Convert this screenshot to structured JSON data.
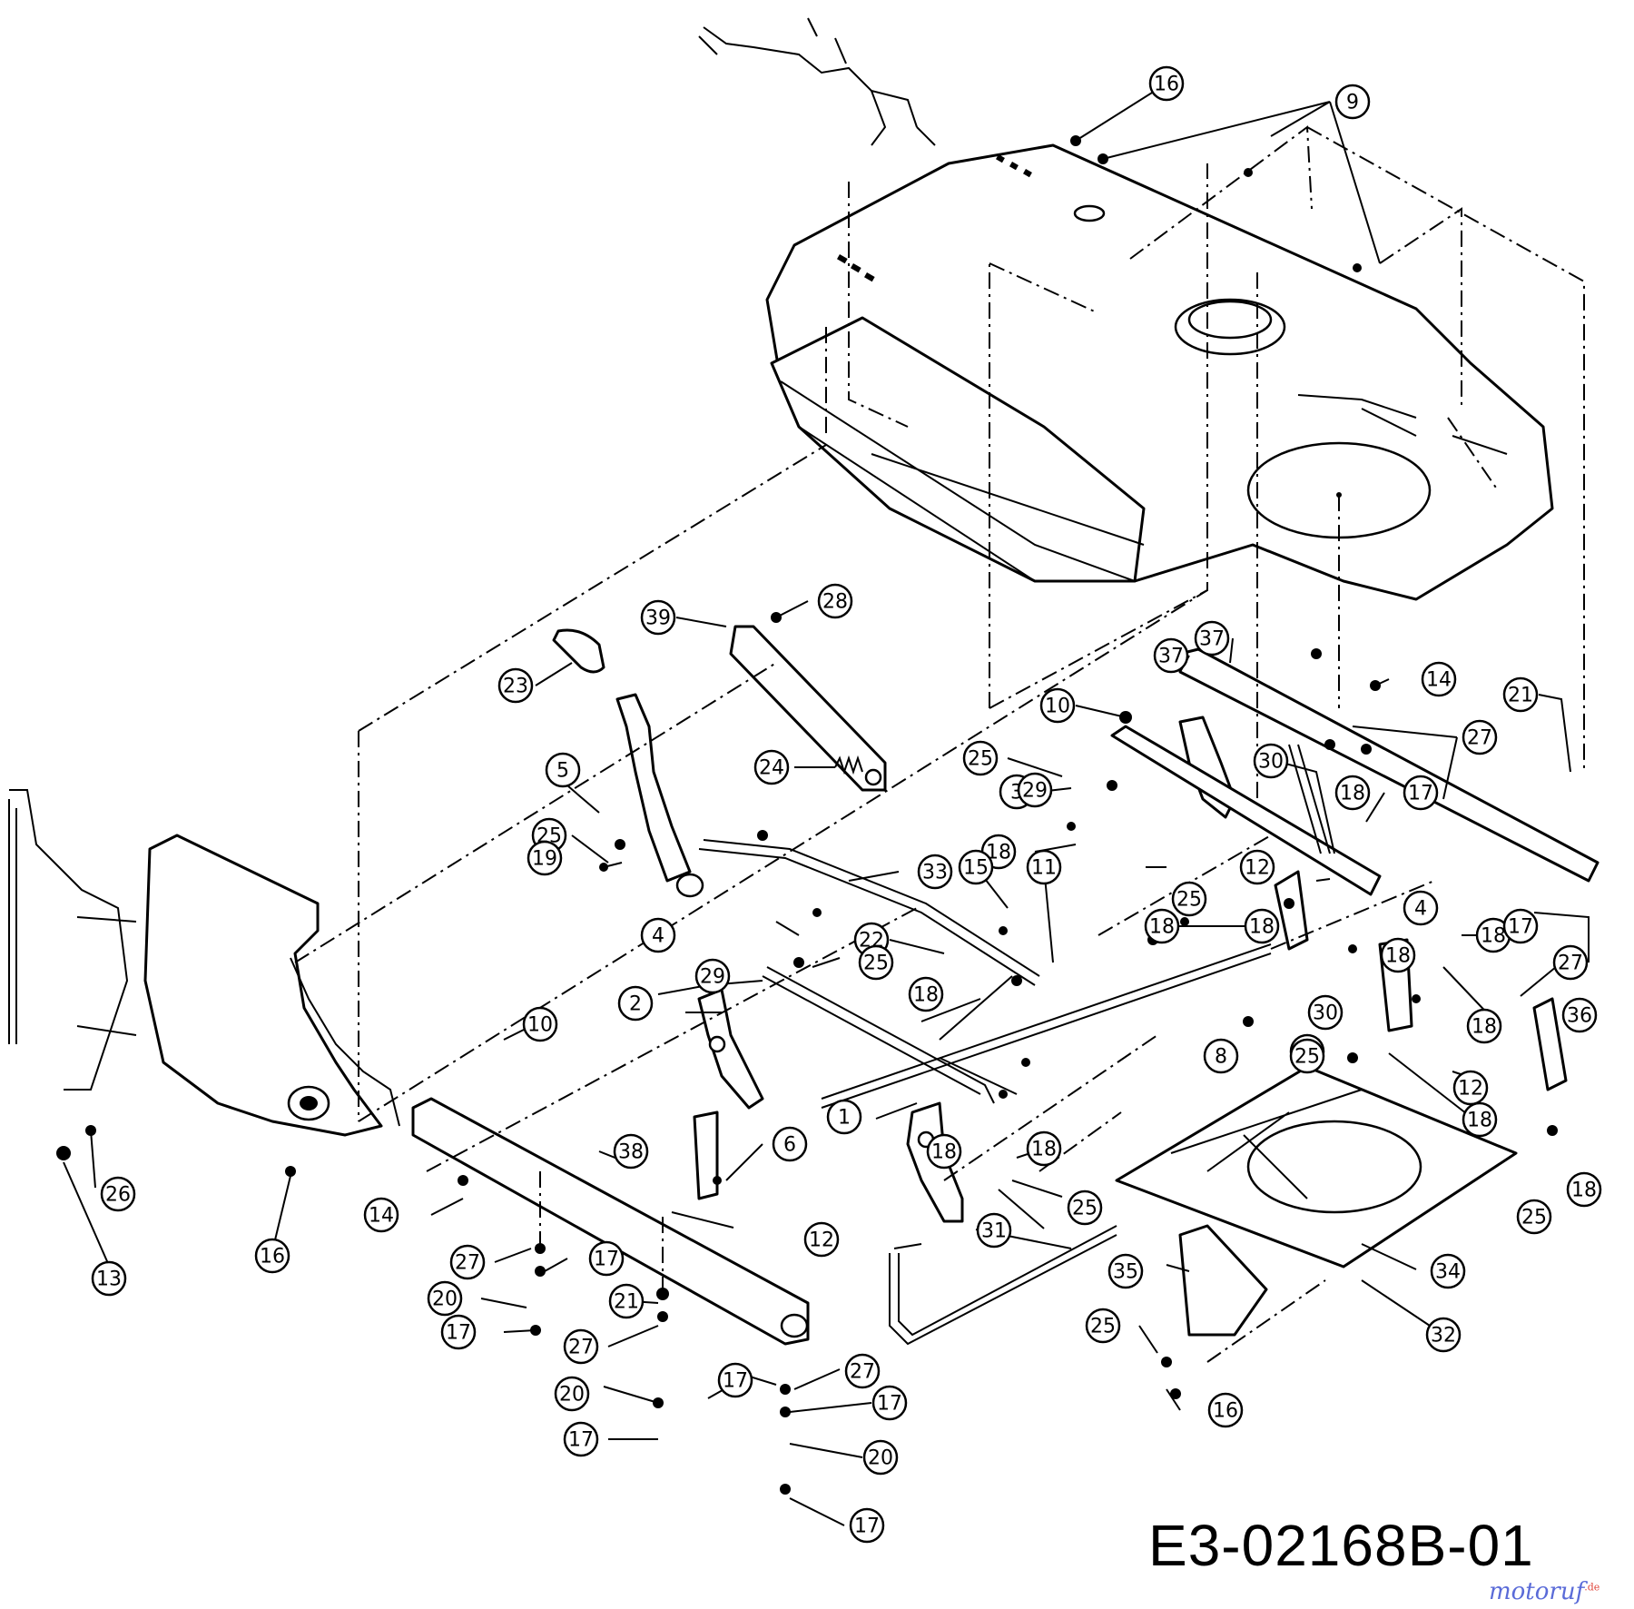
{
  "diagram": {
    "drawing_code": "E3-02168B-01",
    "watermark": {
      "brand": "motoruf",
      "tld": ".de"
    },
    "callouts": [
      {
        "label": "16"
      },
      {
        "label": "9"
      },
      {
        "label": "28"
      },
      {
        "label": "39"
      },
      {
        "label": "23"
      },
      {
        "label": "37"
      },
      {
        "label": "37"
      },
      {
        "label": "14"
      },
      {
        "label": "10"
      },
      {
        "label": "21"
      },
      {
        "label": "27"
      },
      {
        "label": "25"
      },
      {
        "label": "3"
      },
      {
        "label": "30"
      },
      {
        "label": "18"
      },
      {
        "label": "17"
      },
      {
        "label": "18"
      },
      {
        "label": "29"
      },
      {
        "label": "5"
      },
      {
        "label": "24"
      },
      {
        "label": "25"
      },
      {
        "label": "19"
      },
      {
        "label": "33"
      },
      {
        "label": "11"
      },
      {
        "label": "12"
      },
      {
        "label": "18"
      },
      {
        "label": "15"
      },
      {
        "label": "25"
      },
      {
        "label": "4"
      },
      {
        "label": "18"
      },
      {
        "label": "17"
      },
      {
        "label": "18"
      },
      {
        "label": "27"
      },
      {
        "label": "18"
      },
      {
        "label": "4"
      },
      {
        "label": "22"
      },
      {
        "label": "29"
      },
      {
        "label": "25"
      },
      {
        "label": "2"
      },
      {
        "label": "18"
      },
      {
        "label": "30"
      },
      {
        "label": "36"
      },
      {
        "label": "8"
      },
      {
        "label": "18"
      },
      {
        "label": "25"
      },
      {
        "label": "10"
      },
      {
        "label": "25"
      },
      {
        "label": "12"
      },
      {
        "label": "18"
      },
      {
        "label": "1"
      },
      {
        "label": "6"
      },
      {
        "label": "38"
      },
      {
        "label": "18"
      },
      {
        "label": "26"
      },
      {
        "label": "14"
      },
      {
        "label": "18"
      },
      {
        "label": "25"
      },
      {
        "label": "18"
      },
      {
        "label": "25"
      },
      {
        "label": "16"
      },
      {
        "label": "27"
      },
      {
        "label": "17"
      },
      {
        "label": "12"
      },
      {
        "label": "31"
      },
      {
        "label": "34"
      },
      {
        "label": "13"
      },
      {
        "label": "20"
      },
      {
        "label": "21"
      },
      {
        "label": "35"
      },
      {
        "label": "17"
      },
      {
        "label": "27"
      },
      {
        "label": "32"
      },
      {
        "label": "25"
      },
      {
        "label": "20"
      },
      {
        "label": "17"
      },
      {
        "label": "27"
      },
      {
        "label": "17"
      },
      {
        "label": "16"
      },
      {
        "label": "17"
      },
      {
        "label": "20"
      },
      {
        "label": "17"
      }
    ]
  }
}
